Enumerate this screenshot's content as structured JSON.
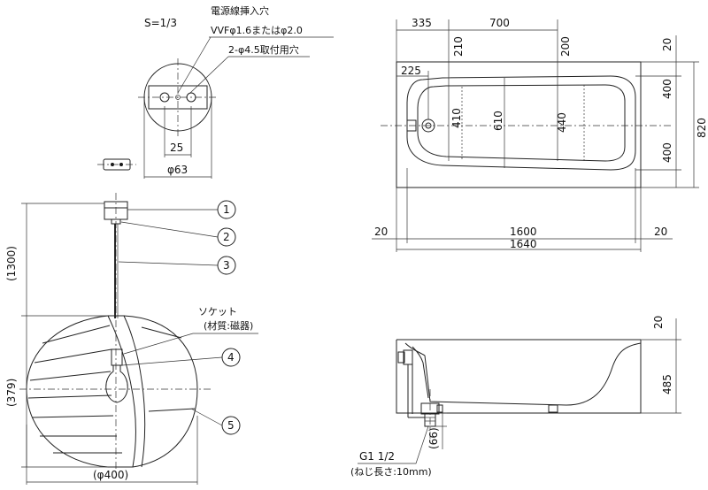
{
  "pendant": {
    "scale": "S=1/3",
    "top_view": {
      "note_cable": "電源線挿入穴",
      "note_cable_spec": "VVFφ1.6またはφ2.0",
      "note_holes": "2-φ4.5取付用穴",
      "dim_holes": "25",
      "dim_diameter": "φ63"
    },
    "side_view": {
      "dim_height": "(1300)",
      "dim_shade_height": "(379)",
      "dim_shade_width": "(φ400)",
      "socket_label": "ソケット",
      "socket_material": "(材質:磁器)",
      "callouts": [
        "1",
        "2",
        "3",
        "4",
        "5"
      ]
    }
  },
  "bathtub": {
    "plan_view": {
      "dims": {
        "left_offset": "335",
        "center_width": "700",
        "top_left": "210",
        "top_right": "200",
        "drain_offset": "225",
        "inner_left": "410",
        "inner_center": "610",
        "inner_right": "440",
        "right_top": "20",
        "right_upper": "400",
        "right_lower": "400",
        "right_total": "820",
        "bottom_left": "20",
        "bottom_inner": "1600",
        "bottom_right": "20",
        "bottom_total": "1640"
      }
    },
    "section_view": {
      "dims": {
        "rim": "20",
        "height": "485",
        "drain_depth": "(66)"
      },
      "thread_label": "G1 1/2",
      "thread_note": "(ねじ長さ:10mm)"
    }
  }
}
